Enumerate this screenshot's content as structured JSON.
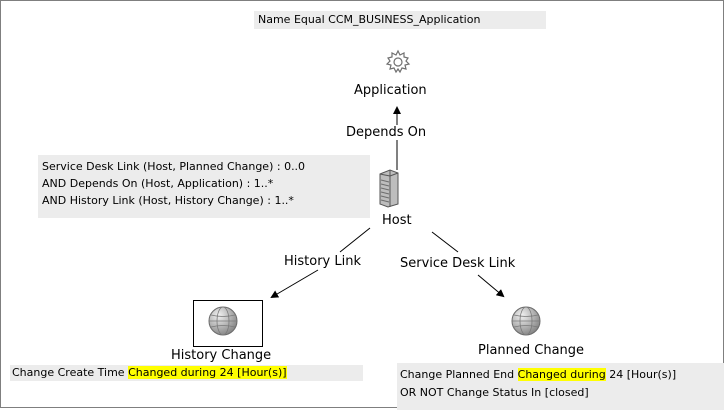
{
  "filter": {
    "text": "Name  Equal  CCM_BUSINESS_Application"
  },
  "nodes": {
    "application": {
      "label": "Application",
      "icon": "gear-icon"
    },
    "host": {
      "label": "Host",
      "icon": "server-icon"
    },
    "history_change": {
      "label": "History Change",
      "icon": "globe-icon"
    },
    "planned_change": {
      "label": "Planned Change",
      "icon": "globe-icon"
    }
  },
  "edges": {
    "depends_on": "Depends On",
    "history_link": "History Link",
    "service_desk_link": "Service Desk Link"
  },
  "host_conditions": {
    "line1": "Service Desk Link (Host, Planned Change) : 0..0",
    "line2": "AND  Depends On (Host, Application) : 1..*",
    "line3": "AND  History Link (Host, History Change) : 1..*"
  },
  "history_change_condition": {
    "prefix": "Change Create Time ",
    "highlight": "Changed during  24 [Hour(s)]"
  },
  "planned_change_condition": {
    "line1_prefix": "Change Planned End ",
    "line1_highlight": "Changed during",
    "line1_suffix": " 24 [Hour(s)]",
    "line2": "OR    NOT  Change Status  In  [closed]"
  },
  "colors": {
    "condition_box": "#ececec",
    "highlight": "#ffff00"
  }
}
